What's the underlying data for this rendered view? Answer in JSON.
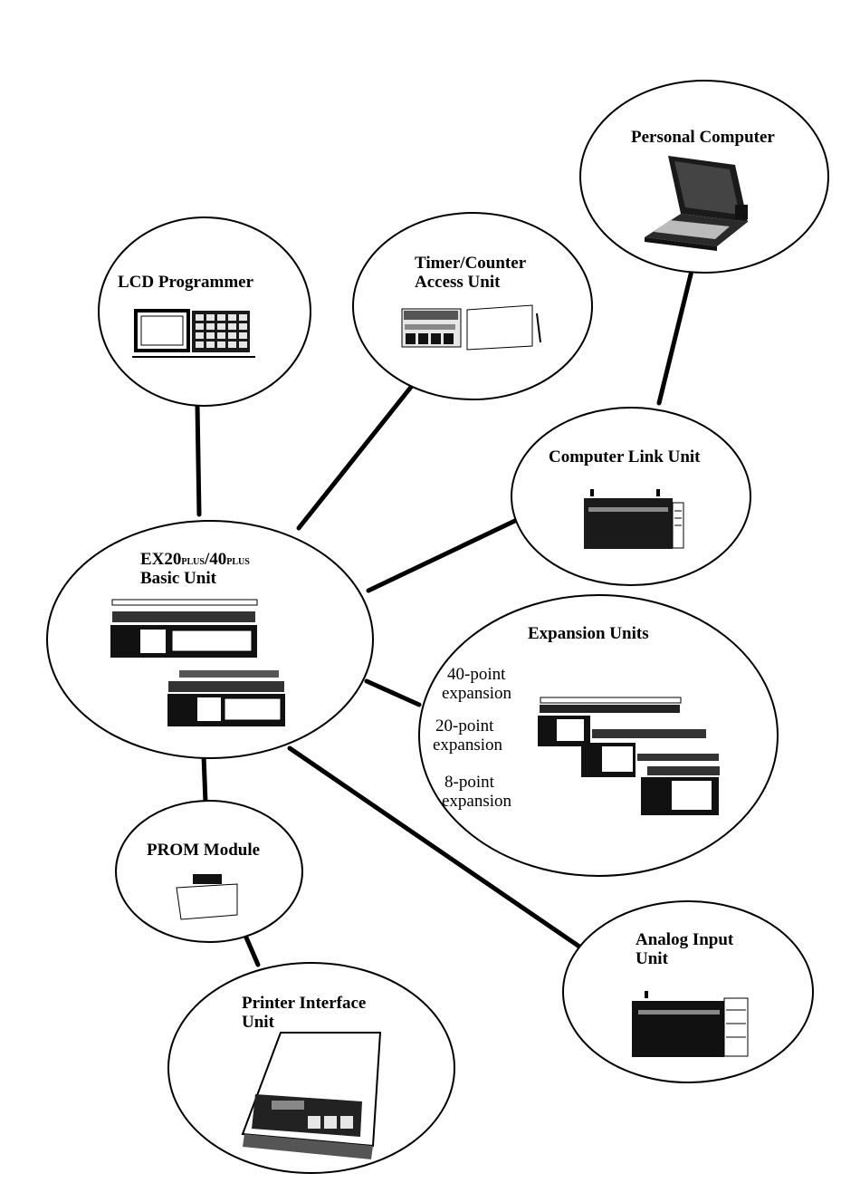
{
  "diagram": {
    "nodes": {
      "personal_computer": {
        "label": "Personal Computer"
      },
      "lcd_programmer": {
        "label": "LCD Programmer"
      },
      "timer_counter": {
        "label_line1": "Timer/Counter",
        "label_line2": "Access Unit"
      },
      "computer_link": {
        "label": "Computer Link Unit"
      },
      "basic_unit": {
        "model_a": "EX20",
        "suffix_a": "plus",
        "sep": "/",
        "model_b": "40",
        "suffix_b": "plus",
        "label_line2": "Basic Unit"
      },
      "expansion_units": {
        "label": "Expansion Units",
        "items": [
          {
            "line1": "40-point",
            "line2": "expansion"
          },
          {
            "line1": "20-point",
            "line2": "expansion"
          },
          {
            "line1": "8-point",
            "line2": "expansion"
          }
        ]
      },
      "prom_module": {
        "label": "PROM Module"
      },
      "analog_input": {
        "label_line1": "Analog Input",
        "label_line2": "Unit"
      },
      "printer_interface": {
        "label_line1": "Printer Interface",
        "label_line2": "Unit"
      }
    },
    "connections": [
      {
        "from": "Personal Computer",
        "to": "Computer Link Unit"
      },
      {
        "from": "LCD Programmer",
        "to": "Basic Unit"
      },
      {
        "from": "Timer/Counter Access Unit",
        "to": "Basic Unit"
      },
      {
        "from": "Computer Link Unit",
        "to": "Basic Unit"
      },
      {
        "from": "Expansion Units",
        "to": "Basic Unit"
      },
      {
        "from": "PROM Module",
        "to": "Basic Unit"
      },
      {
        "from": "Analog Input Unit",
        "to": "Basic Unit"
      },
      {
        "from": "Printer Interface Unit",
        "to": "PROM Module"
      }
    ],
    "colors": {
      "ink": "#000000",
      "paper": "#ffffff",
      "device_dark": "#1a1a1a",
      "device_mid": "#555555",
      "device_light": "#e6e6e6"
    }
  }
}
